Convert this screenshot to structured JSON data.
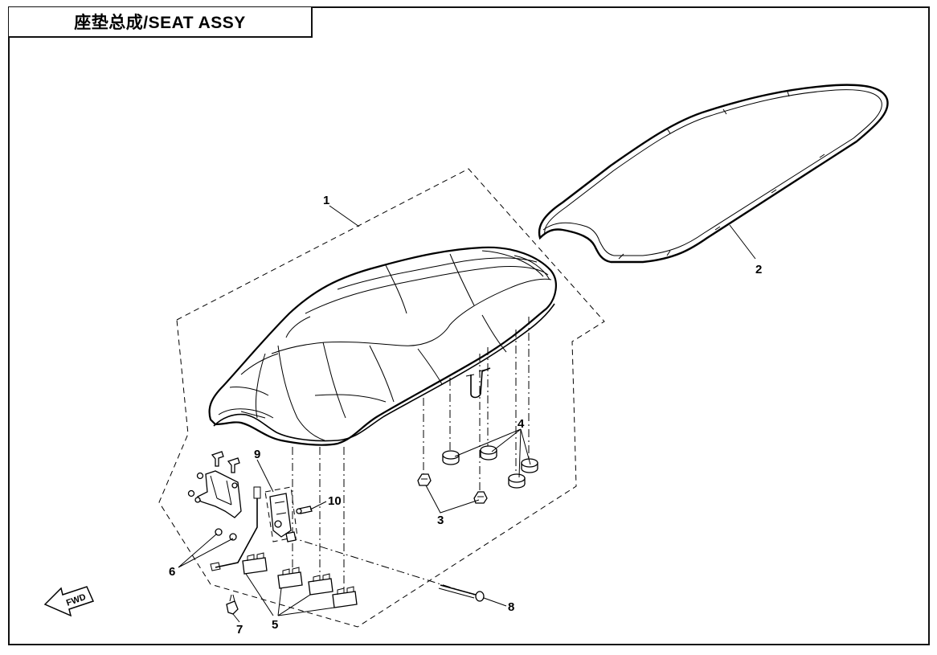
{
  "title": "座垫总成/SEAT ASSY",
  "fwd_label": "FWD",
  "callouts": [
    {
      "id": "1",
      "label": "1"
    },
    {
      "id": "2",
      "label": "2"
    },
    {
      "id": "3",
      "label": "3"
    },
    {
      "id": "4",
      "label": "4"
    },
    {
      "id": "5",
      "label": "5"
    },
    {
      "id": "6",
      "label": "6"
    },
    {
      "id": "7",
      "label": "7"
    },
    {
      "id": "8",
      "label": "8"
    },
    {
      "id": "9",
      "label": "9"
    },
    {
      "id": "10",
      "label": "10"
    }
  ]
}
